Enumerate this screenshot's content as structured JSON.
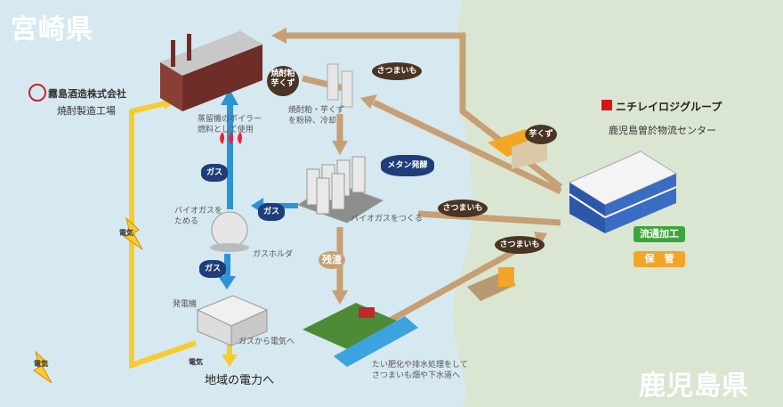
{
  "regions": {
    "miyazaki": "宮崎県",
    "kagoshima": "鹿児島県"
  },
  "factory": {
    "company": "霧島酒造株式会社",
    "plant": "焼酎製造工場"
  },
  "logistics": {
    "logo": "ニチレイロジグループ",
    "center": "鹿児島曽於物流センター",
    "badge_processing": "流通加工",
    "badge_storage": "保　管"
  },
  "bubbles": {
    "shochu_lees": [
      "焼酎粕",
      "芋くず"
    ],
    "imo_kuzu": "芋くず",
    "sweet_potato": "さつまいも",
    "methane": "メタン発酵",
    "gas": "ガス",
    "residue": "残渣",
    "electricity": "電気"
  },
  "labels": {
    "boiler": [
      "蒸留機のボイラー",
      "燃料として使用"
    ],
    "grinding": [
      "焼酎粕・芋くず",
      "を粉砕、冷却"
    ],
    "store_biogas": [
      "バイオガスを",
      "ためる"
    ],
    "gas_holder": "ガスホルダ",
    "make_biogas": "バイオガスをつくる",
    "generator": "発電機",
    "gas_to_power": "ガスから電気へ",
    "local_power": "地域の電力へ",
    "fertilizer": [
      "たい肥化や排水処理をして",
      "さつまいも畑や下水道へ"
    ]
  },
  "colors": {
    "sea": "#d6e8f0",
    "land": "#dae6d2",
    "flow_brown": "#c6a074",
    "flow_blue": "#2e93d3",
    "flow_yellow": "#f8cb2f",
    "badge_green": "#3ba53b",
    "badge_orange": "#f3a528"
  }
}
